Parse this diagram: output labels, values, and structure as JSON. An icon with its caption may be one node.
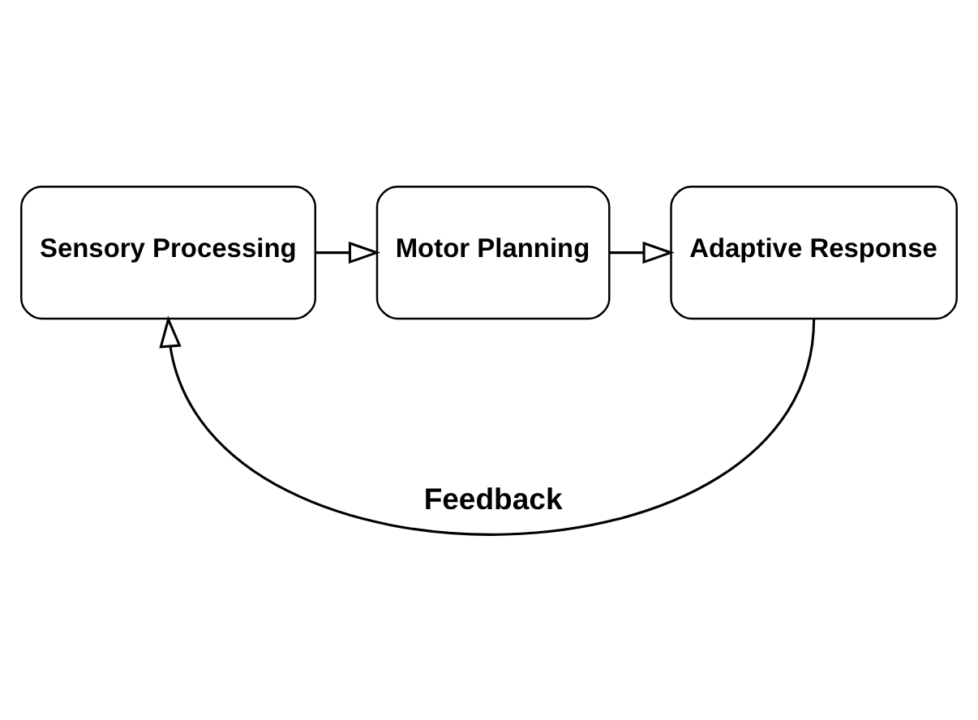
{
  "diagram": {
    "nodes": [
      {
        "text": [
          "Sensory Processing"
        ]
      },
      {
        "text": [
          "Motor Planning"
        ]
      },
      {
        "text": [
          "Adaptive Response"
        ]
      }
    ],
    "edges": [
      {
        "from": 0,
        "to": 1,
        "arrow": "to"
      },
      {
        "from": 1,
        "to": 2,
        "arrow": "to"
      },
      {
        "from": 2,
        "to": 0,
        "arrow": "to",
        "label": "Feedback"
      }
    ]
  }
}
